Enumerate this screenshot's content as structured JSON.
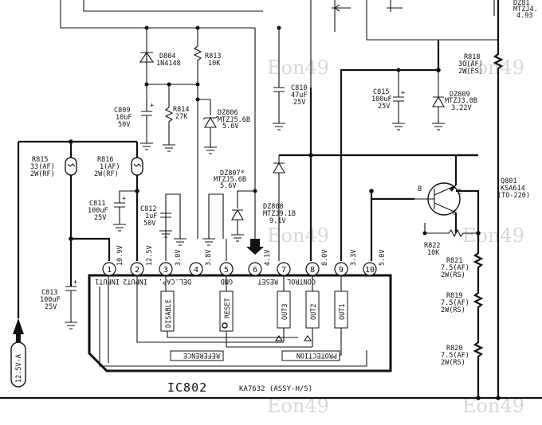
{
  "watermark": "Eon49",
  "ic": {
    "name": "IC802",
    "part": "KA7632 (ASSY-H/S)",
    "pins": [
      "1",
      "2",
      "3",
      "4",
      "5",
      "6",
      "7",
      "8",
      "9",
      "10"
    ],
    "pin_voltages": [
      "10.9V",
      "12.5V",
      "3.0V",
      "3.8V",
      "",
      "4.1V",
      "",
      "8.0V",
      "3.3V",
      "5.0V"
    ],
    "pin_names": [
      "INPUT1",
      "INPUT2",
      "DEL.CAP.",
      "",
      "GND",
      "RESET",
      "CONTROL",
      "",
      "",
      ""
    ],
    "blocks": [
      "DISABLE",
      "RESET",
      "OUT3",
      "OUT2",
      "OUT1",
      "REFERENCE",
      "PROTECTION"
    ]
  },
  "supply_label": "12.5V-A",
  "components": [
    {
      "ref": "D804",
      "value": "1N4148"
    },
    {
      "ref": "R813",
      "value": "10K"
    },
    {
      "ref": "C810",
      "value": "47uF",
      "rating": "25V"
    },
    {
      "ref": "C809",
      "value": "10uF",
      "rating": "50V"
    },
    {
      "ref": "R814",
      "value": "27K"
    },
    {
      "ref": "DZ806",
      "value": "MTZJ5.6B",
      "rating": "5.6V"
    },
    {
      "ref": "R815",
      "value": "33(AF)",
      "rating": "2W(RF)"
    },
    {
      "ref": "R816",
      "value": "1(AF)",
      "rating": "2W(RF)"
    },
    {
      "ref": "DZ807*",
      "value": "MTZJ5.6B",
      "rating": "5.6V"
    },
    {
      "ref": "C811",
      "value": "100uF",
      "rating": "25V"
    },
    {
      "ref": "C812",
      "value": "1uF",
      "rating": "50V"
    },
    {
      "ref": "DZ808",
      "value": "MTZJ9.1B",
      "rating": "9.1V"
    },
    {
      "ref": "C813",
      "value": "100uF",
      "rating": "25V"
    },
    {
      "ref": "C815",
      "value": "100uF",
      "rating": "25V"
    },
    {
      "ref": "DZ809",
      "value": "MTZJ3.0B",
      "rating": "3.22V"
    },
    {
      "ref": "R818",
      "value": "3O(AF)",
      "rating": "2W(FS)"
    },
    {
      "ref": "Q801",
      "value": "KSA614",
      "rating": "(TO-220)"
    },
    {
      "ref": "R822",
      "value": "10K"
    },
    {
      "ref": "R821",
      "value": "7.5(AF)",
      "rating": "2W(RS)"
    },
    {
      "ref": "R819",
      "value": "7.5(AF)",
      "rating": "2W(RS)"
    },
    {
      "ref": "R820",
      "value": "7.5(AF)",
      "rating": "2W(RS)"
    }
  ],
  "corner_text": {
    "top_right_1": "DZ81",
    "top_right_2": "MTZJ4.",
    "top_right_3": "4.93"
  },
  "transistor_pins": {
    "b": "B",
    "c": "C",
    "e": "E"
  }
}
